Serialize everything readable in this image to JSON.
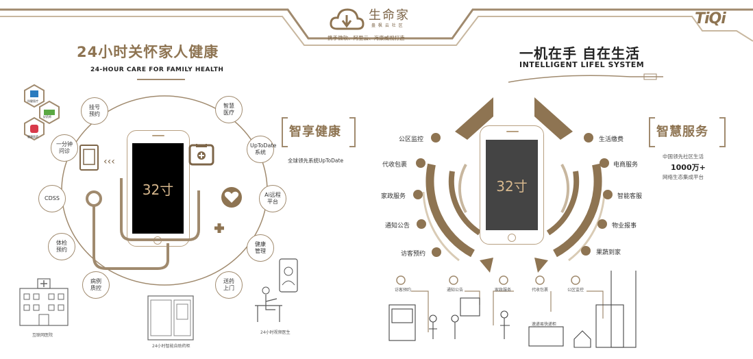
{
  "brand": {
    "name": "生命家",
    "sub": "盎 枫 云 社 区",
    "tagline": "携手微软、阿里云、海康威视打造",
    "logo_right": "TiQi"
  },
  "left": {
    "title_cn": "24小时关怀家人健康",
    "title_en": "24-HOUR CARE FOR FAMILY HEALTH",
    "phone_label": "32寸",
    "ring": [
      {
        "label": "挂号\n预约"
      },
      {
        "label": "智慧\n医疗"
      },
      {
        "label": "一分钟\n问诊"
      },
      {
        "label": "UpToDate\n系统"
      },
      {
        "label": "CDSS"
      },
      {
        "label": "Ai远程\n平台"
      },
      {
        "label": "体检\n预约"
      },
      {
        "label": "健康\n管理"
      },
      {
        "label": "病例\n质控"
      },
      {
        "label": "送药\n上门"
      }
    ],
    "badges": [
      "科健医疗",
      "好药师",
      "健康医药"
    ],
    "feature_title": "智享健康",
    "feature_sub": "全球领先系统UpToDate",
    "captions": [
      "互联网医院",
      "24小时智能自助药柜",
      "24小时视频医生"
    ]
  },
  "right": {
    "title_cn": "一机在手 自在生活",
    "title_en": "INTELLIGENT LIFEL SYSTEM",
    "phone_label": "32寸",
    "services_left": [
      "公区监控",
      "代收包裹",
      "家政服务",
      "通知公告",
      "访客预约"
    ],
    "services_right": [
      "生活缴费",
      "电商服务",
      "智能客服",
      "物业报事",
      "果蔬到家"
    ],
    "feature_title": "智慧服务",
    "stat_line1": "中国领先社区生活",
    "stat_value": "1000万+",
    "stat_line2": "网络生态集成平台",
    "bottom_icons": [
      "访客预约",
      "通知公告",
      "家政服务",
      "代收包裹",
      "公区监控"
    ],
    "locker_caption": "速递易快递柜"
  },
  "colors": {
    "accent": "#a08a6e",
    "dark": "#7d6548",
    "light": "#d9cbb5"
  }
}
